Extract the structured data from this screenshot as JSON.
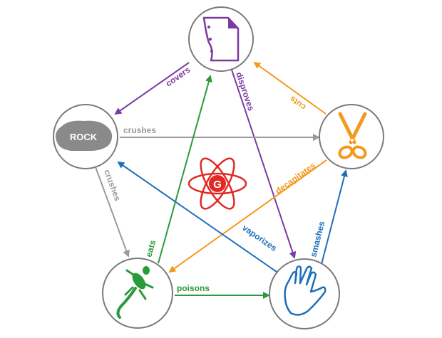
{
  "nodes": {
    "paper": {
      "icon": "paper-icon",
      "color": "#7b3aa0"
    },
    "scissors": {
      "icon": "scissors-icon",
      "color": "#f39a1e"
    },
    "spock": {
      "icon": "spock-hand-icon",
      "color": "#1f6fb8"
    },
    "lizard": {
      "icon": "lizard-icon",
      "color": "#2a9a3c"
    },
    "rock": {
      "icon": "rock-icon",
      "label": "ROCK",
      "color": "#8a8a8a"
    }
  },
  "center": {
    "icon": "atom-logo-icon",
    "letter": "G",
    "color": "#e02a26"
  },
  "edges": {
    "covers": "covers",
    "disproves": "disproves",
    "cuts": "cuts",
    "crushes_scissors": "crushes",
    "crushes_lizard": "crushes",
    "decapitates": "decapitates",
    "eats": "eats",
    "vaporizes": "vaporizes",
    "smashes": "smashes",
    "poisons": "poisons"
  }
}
